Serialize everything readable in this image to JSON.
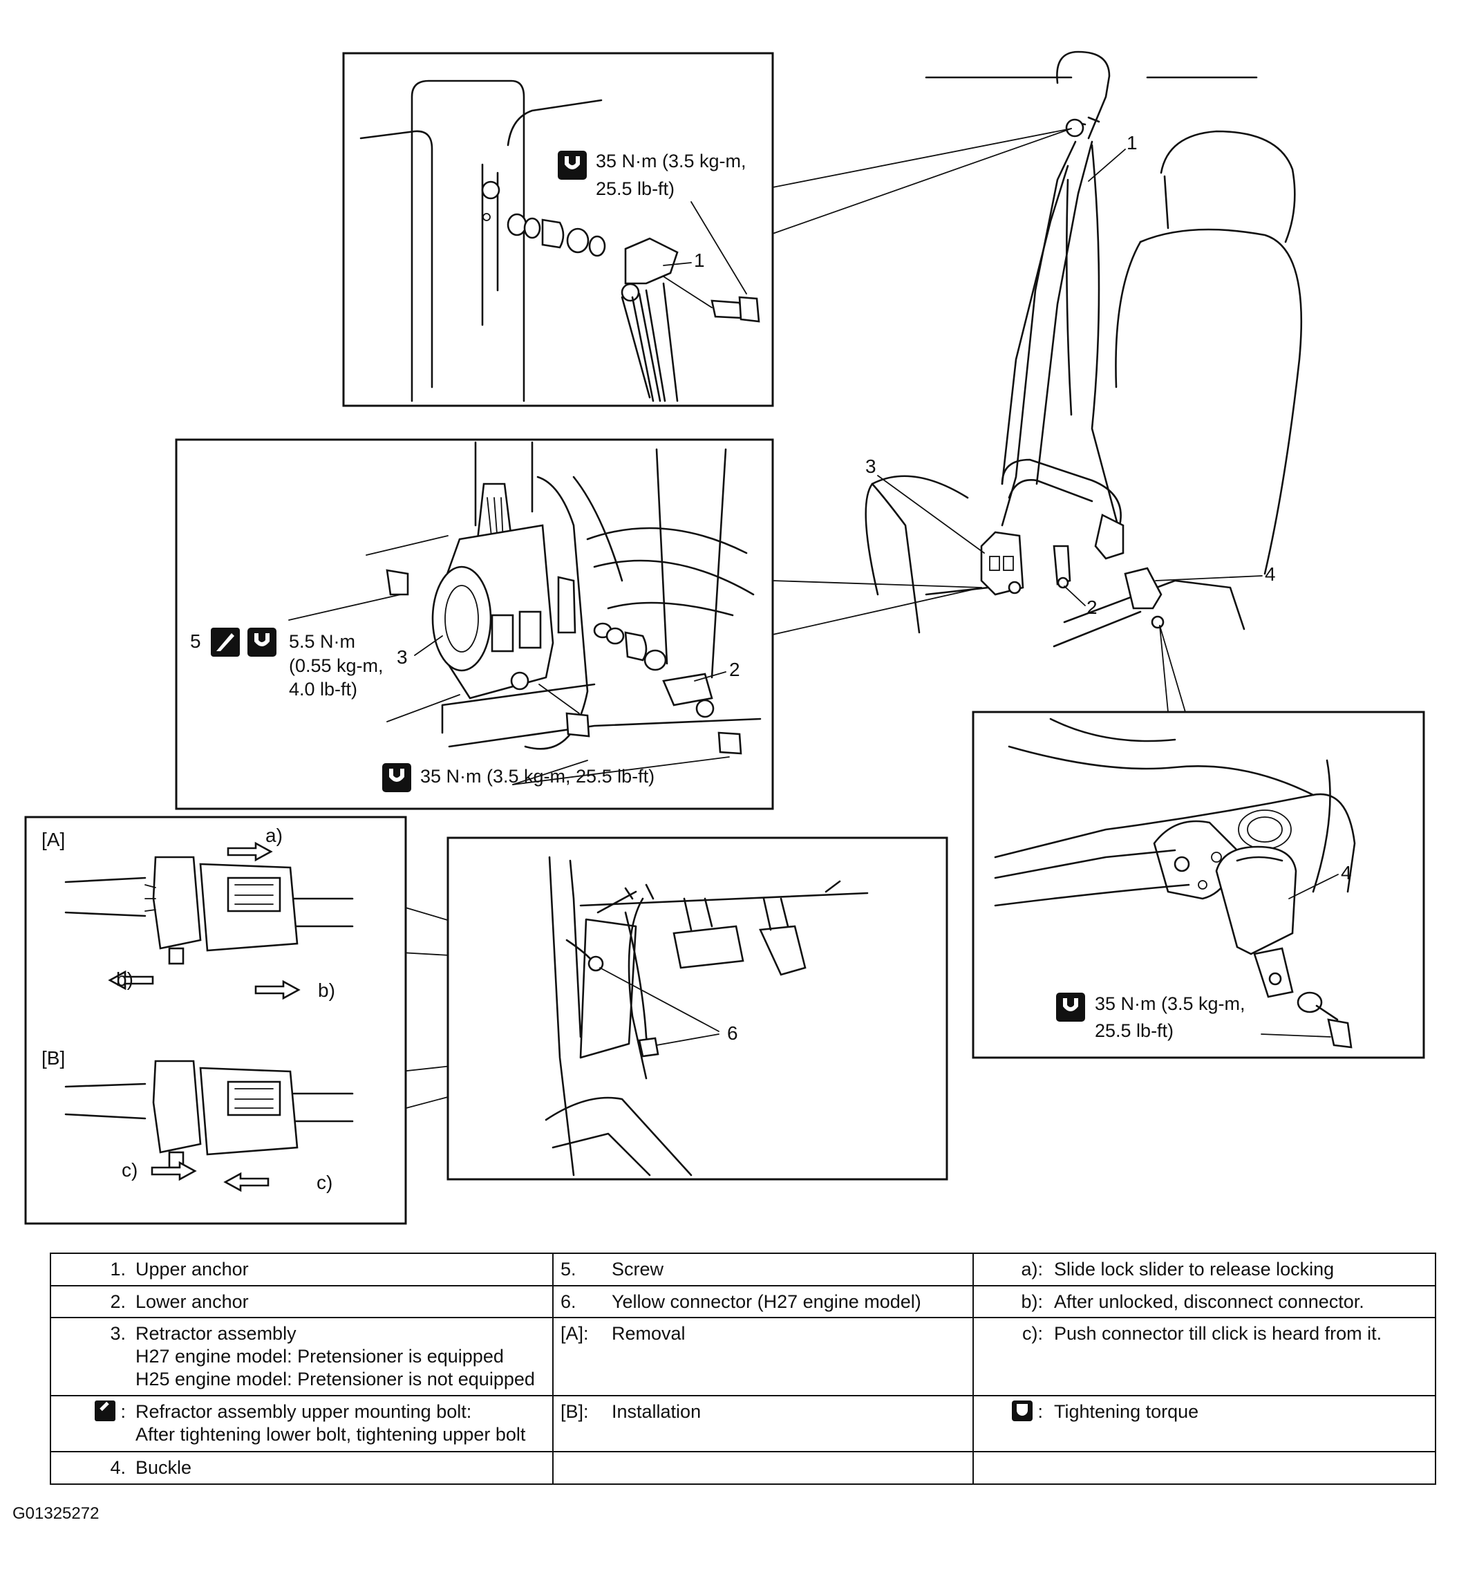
{
  "callouts": {
    "upper_anchor_num": "1",
    "upper_anchor_detail_num": "1",
    "lower_anchor_num": "2",
    "lower_anchor_detail_num": "2",
    "retractor_num": "3",
    "retractor_detail_num": "3",
    "buckle_num": "4",
    "buckle_detail_num": "4",
    "screw_num": "5",
    "connector_num": "6"
  },
  "torque_labels": {
    "upper_anchor": [
      "35 N·m (3.5 kg-m,",
      "25.5 lb-ft)"
    ],
    "retractor_upper": [
      "5.5 N·m",
      "(0.55 kg-m,",
      "4.0 lb-ft)"
    ],
    "lower_bolts": "35 N·m (3.5 kg-m, 25.5 lb-ft)",
    "buckle": [
      "35 N·m (3.5 kg-m,",
      "25.5 lb-ft)"
    ]
  },
  "connector_panel": {
    "removal_tag": "[A]",
    "installation_tag": "[B]",
    "arrow_a": "a)",
    "arrow_b_left": "b)",
    "arrow_b_right": "b)",
    "arrow_c_left": "c)",
    "arrow_c_right": "c)"
  },
  "legend": {
    "col1": [
      {
        "key": "1.",
        "text": [
          "Upper anchor"
        ]
      },
      {
        "key": "2.",
        "text": [
          "Lower anchor"
        ]
      },
      {
        "key": "3.",
        "text": [
          "Retractor assembly",
          "H27 engine model: Pretensioner is equipped",
          "H25 engine model: Pretensioner is not equipped"
        ]
      },
      {
        "key": ":",
        "icon": "bolt-icon",
        "text": [
          "Refractor assembly upper mounting bolt:",
          "After tightening lower bolt, tightening upper bolt"
        ]
      },
      {
        "key": "4.",
        "text": [
          "Buckle"
        ]
      }
    ],
    "col2": [
      {
        "key": "5.",
        "text": "Screw"
      },
      {
        "key": "6.",
        "text": "Yellow connector (H27 engine model)"
      },
      {
        "key": "[A]:",
        "text": "Removal"
      },
      {
        "key": "[B]:",
        "text": "Installation"
      }
    ],
    "col3": [
      {
        "key": "a):",
        "text": "Slide lock slider to release locking"
      },
      {
        "key": "b):",
        "text": "After unlocked, disconnect connector."
      },
      {
        "key": "c):",
        "text": "Push connector till click is heard from it."
      },
      {
        "key": ":",
        "icon": "wrench-icon",
        "text": "Tightening torque"
      }
    ]
  },
  "figure_code": "G01325272"
}
